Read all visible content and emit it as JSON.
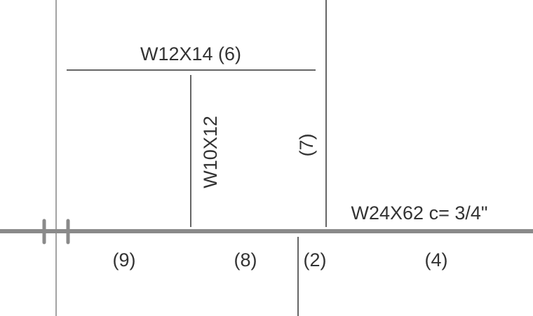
{
  "labels": {
    "top_beam": "W12X14 (6)",
    "vertical_beam": "W10X12",
    "right_member": "(7)",
    "main_beam": "W24X62 c= 3/4\"",
    "bay_9": "(9)",
    "bay_8": "(8)",
    "bay_2": "(2)",
    "bay_4": "(4)"
  },
  "colors": {
    "line": "#333333",
    "main_beam": "#8a8a8a",
    "background": "#ffffff"
  }
}
